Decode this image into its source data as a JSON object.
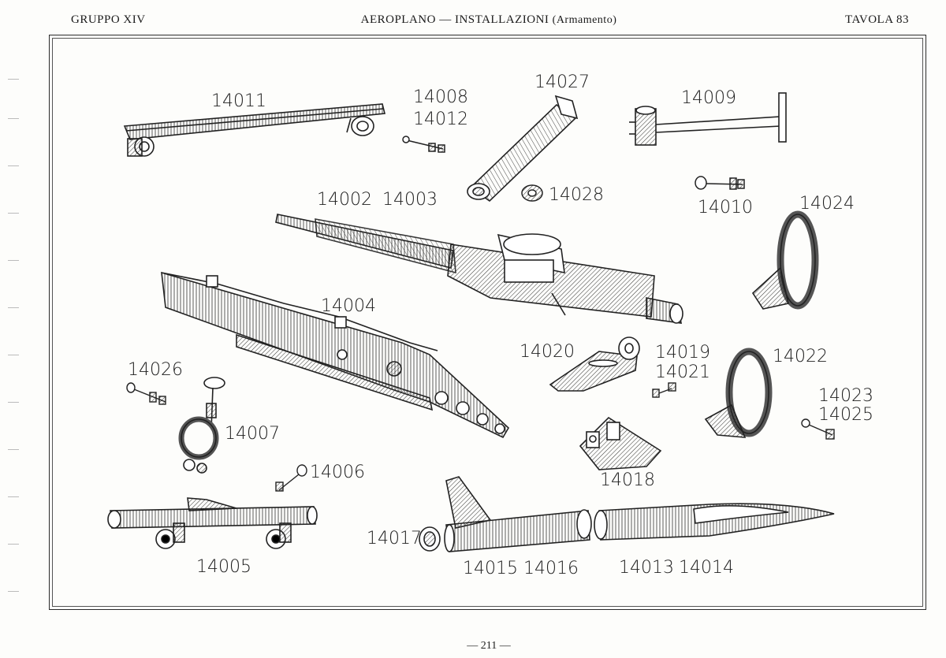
{
  "header": {
    "group": "GRUPPO XIV",
    "title_main": "AEROPLANO — INSTALLAZIONI",
    "title_sub": "(Armamento)",
    "plate": "TAVOLA 83"
  },
  "parts": {
    "p14011": "14011",
    "p14008": "14008",
    "p14012": "14012",
    "p14027": "14027",
    "p14009": "14009",
    "p14028": "14028",
    "p14002": "14002",
    "p14003": "14003",
    "p14010": "14010",
    "p14024": "14024",
    "p14004": "14004",
    "p14020": "14020",
    "p14019": "14019",
    "p14021": "14021",
    "p14022": "14022",
    "p14026": "14026",
    "p14023": "14023",
    "p14025": "14025",
    "p14007": "14007",
    "p14006": "14006",
    "p14018": "14018",
    "p14017": "14017",
    "p14005": "14005",
    "p14015": "14015",
    "p14016": "14016",
    "p14013": "14013",
    "p14014": "14014"
  },
  "footer": {
    "page_number": "— 211 —"
  }
}
